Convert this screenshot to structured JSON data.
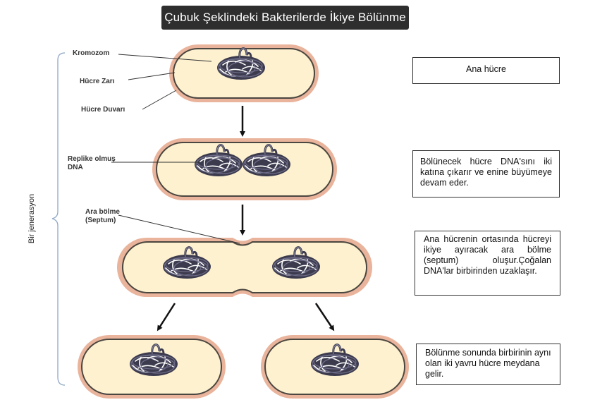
{
  "title": "Çubuk Şeklindeki Bakterilerde İkiye Bölünme",
  "generation_label": "Bir jenerasyon",
  "part_labels": {
    "chromosome": "Kromozom",
    "cell_membrane": "Hücre Zarı",
    "cell_wall": "Hücre Duvarı",
    "replicated_dna_line1": "Replike olmuş",
    "replicated_dna_line2": "DNA",
    "septum_line1": "Ara bölme",
    "septum_line2": "(Septum)"
  },
  "stages": [
    {
      "name": "mother-cell",
      "description": "Ana hücre"
    },
    {
      "name": "dna-replication",
      "description": "Bölünecek hücre DNA'sını iki katına çıkarır ve enine büyümeye devam eder."
    },
    {
      "name": "septum-formation",
      "description": "Ana hücrenin ortasında hücreyi ikiye ayıracak ara bölme (septum) oluşur.Çoğalan DNA'lar birbirinden uzaklaşır."
    },
    {
      "name": "daughter-cells",
      "description": "Bölünme sonunda birbirinin aynı olan iki yavru hücre meydana gelir."
    }
  ],
  "colors": {
    "cytoplasm": "#fdf1cf",
    "cell_wall": "#e9b49b",
    "membrane": "#4a4640",
    "dna": "#4b4a5e",
    "title_bg": "#2e2e2e",
    "bracket": "#8fa7c7"
  }
}
